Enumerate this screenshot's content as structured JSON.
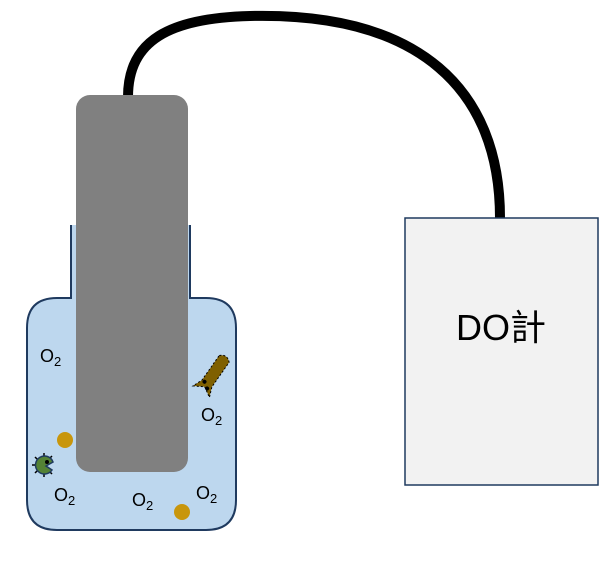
{
  "meter": {
    "label": "DO計"
  },
  "oxygen": {
    "symbol": "O",
    "subscript": "2"
  },
  "o2_labels": [
    {
      "id": "o2-1"
    },
    {
      "id": "o2-2"
    },
    {
      "id": "o2-3"
    },
    {
      "id": "o2-4"
    },
    {
      "id": "o2-5"
    }
  ],
  "colors": {
    "water": "#bdd7ee",
    "bottle_outline": "#1f3a5f",
    "probe": "#808080",
    "cable": "#000000",
    "meter_fill": "#f2f2f2",
    "particle": "#c8960c",
    "organism_green": "#548235",
    "organism_brown": "#7f6000"
  }
}
